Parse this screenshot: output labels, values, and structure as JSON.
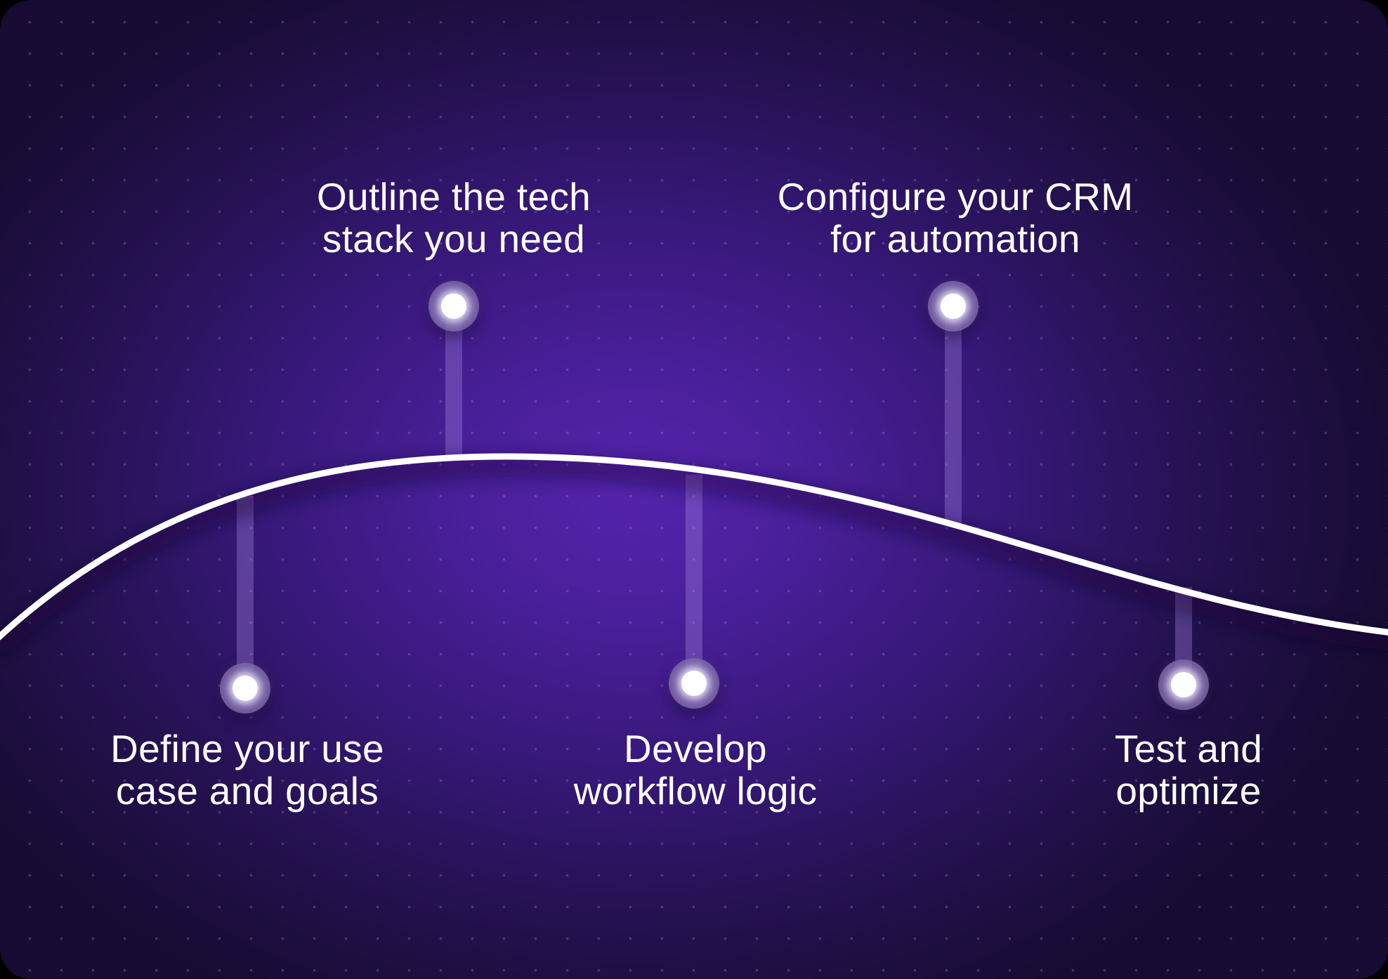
{
  "diagram": {
    "type": "process-timeline",
    "colors": {
      "background_center": "#5523ad",
      "background_edge": "#170b33",
      "curve": "#ffffff",
      "stem": "#7d63b8",
      "node_core": "#ffffff",
      "text": "#ffffff"
    },
    "steps": [
      {
        "index": 1,
        "position": "below",
        "line1": "Define your use",
        "line2": "case and goals"
      },
      {
        "index": 2,
        "position": "above",
        "line1": "Outline the tech",
        "line2": "stack you need"
      },
      {
        "index": 3,
        "position": "below",
        "line1": "Develop",
        "line2": "workflow logic"
      },
      {
        "index": 4,
        "position": "above",
        "line1": "Configure your CRM",
        "line2": "for automation"
      },
      {
        "index": 5,
        "position": "below",
        "line1": "Test and",
        "line2": "optimize"
      }
    ]
  }
}
